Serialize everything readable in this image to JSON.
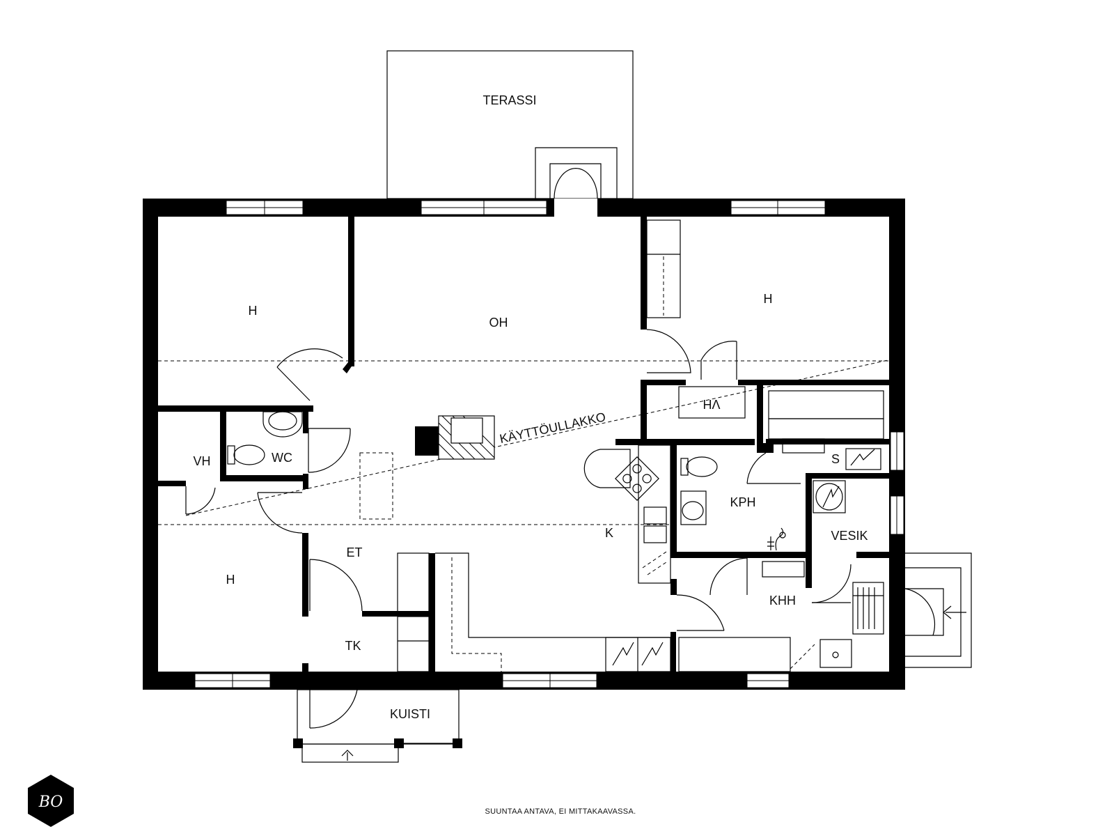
{
  "plan": {
    "rooms": {
      "terassi": "TERASSI",
      "oh": "OH",
      "h_top_left": "H",
      "h_top_right": "H",
      "h_bottom_left": "H",
      "vh_left": "VH",
      "wc": "WC",
      "vh_right": "VH",
      "kayttoullakko": "KÄYTTÖULLAKKO",
      "s": "S",
      "kph": "KPH",
      "k": "K",
      "vesik": "VESIK",
      "et": "ET",
      "khh": "KHH",
      "tk": "TK",
      "kuisti": "KUISTI"
    },
    "logo": "BO",
    "caption": "SUUNTAA ANTAVA, EI MITTAKAAVASSA."
  },
  "colors": {
    "wall": "#000000",
    "background": "#ffffff"
  }
}
